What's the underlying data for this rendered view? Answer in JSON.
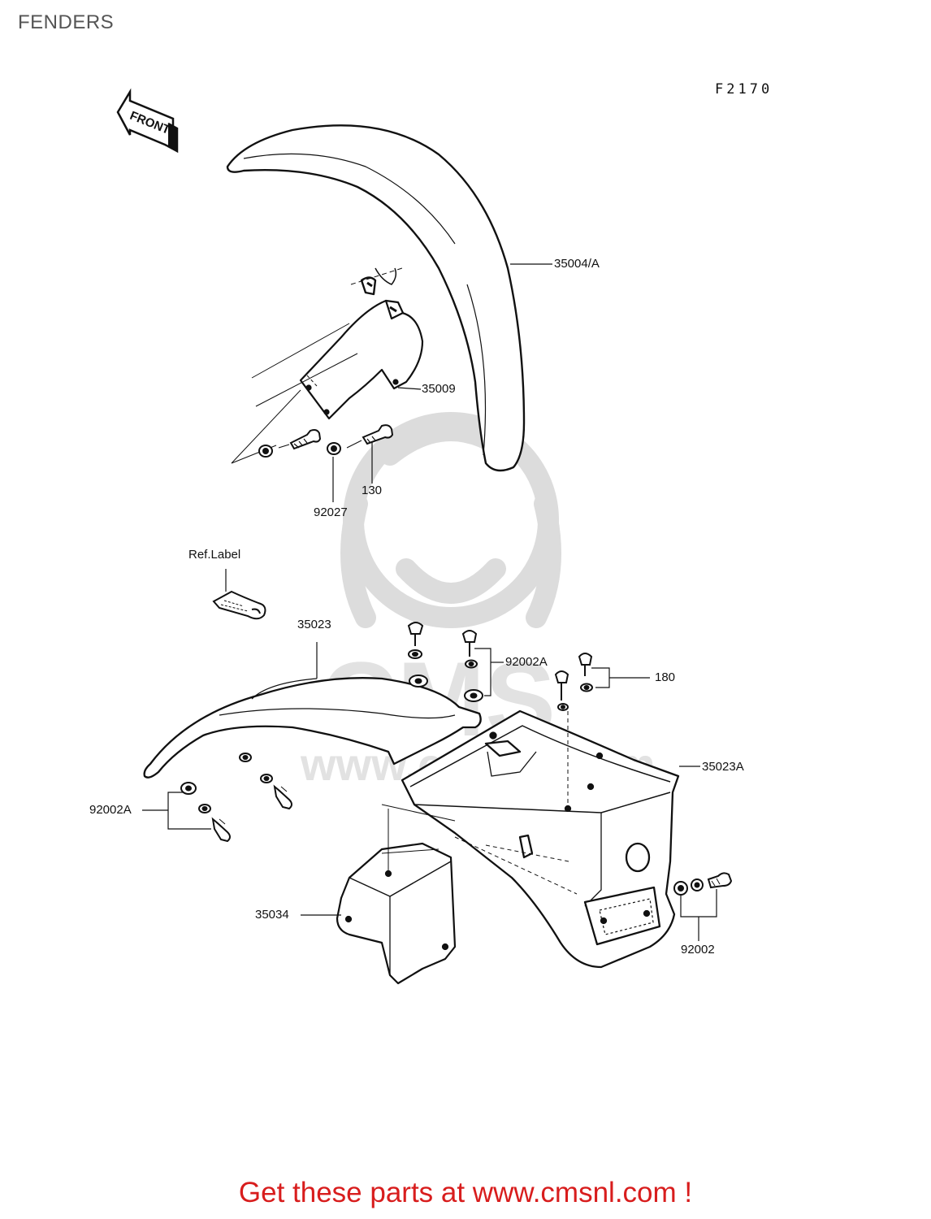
{
  "page": {
    "title": "FENDERS",
    "figure_code": "F2170",
    "footer": "Get these parts at www.cmsnl.com !"
  },
  "watermark": {
    "text": "www.cmsnl.com",
    "logo_letters": "CMS"
  },
  "direction_arrow": {
    "label": "FRONT"
  },
  "callouts": [
    {
      "id": "front-fender",
      "part_number": "35004/A"
    },
    {
      "id": "front-fender-bracket",
      "part_number": "35009"
    },
    {
      "id": "front-fender-bolt",
      "part_number": "130"
    },
    {
      "id": "front-fender-grommet",
      "part_number": "92027"
    },
    {
      "id": "ref-label",
      "part_number": "Ref.Label"
    },
    {
      "id": "rear-fender-front",
      "part_number": "35023"
    },
    {
      "id": "rear-fender-washer-upper",
      "part_number": "92002A"
    },
    {
      "id": "rear-fender-bolt",
      "part_number": "180"
    },
    {
      "id": "rear-fender-rear",
      "part_number": "35023A"
    },
    {
      "id": "rear-fender-washer-lower",
      "part_number": "92002A"
    },
    {
      "id": "rear-fender-cover",
      "part_number": "35034"
    },
    {
      "id": "rear-fender-washer-rear",
      "part_number": "92002"
    }
  ],
  "colors": {
    "line": "#111111",
    "title": "#555555",
    "footer": "#d81d1d",
    "watermark": "#d9d9d9"
  }
}
